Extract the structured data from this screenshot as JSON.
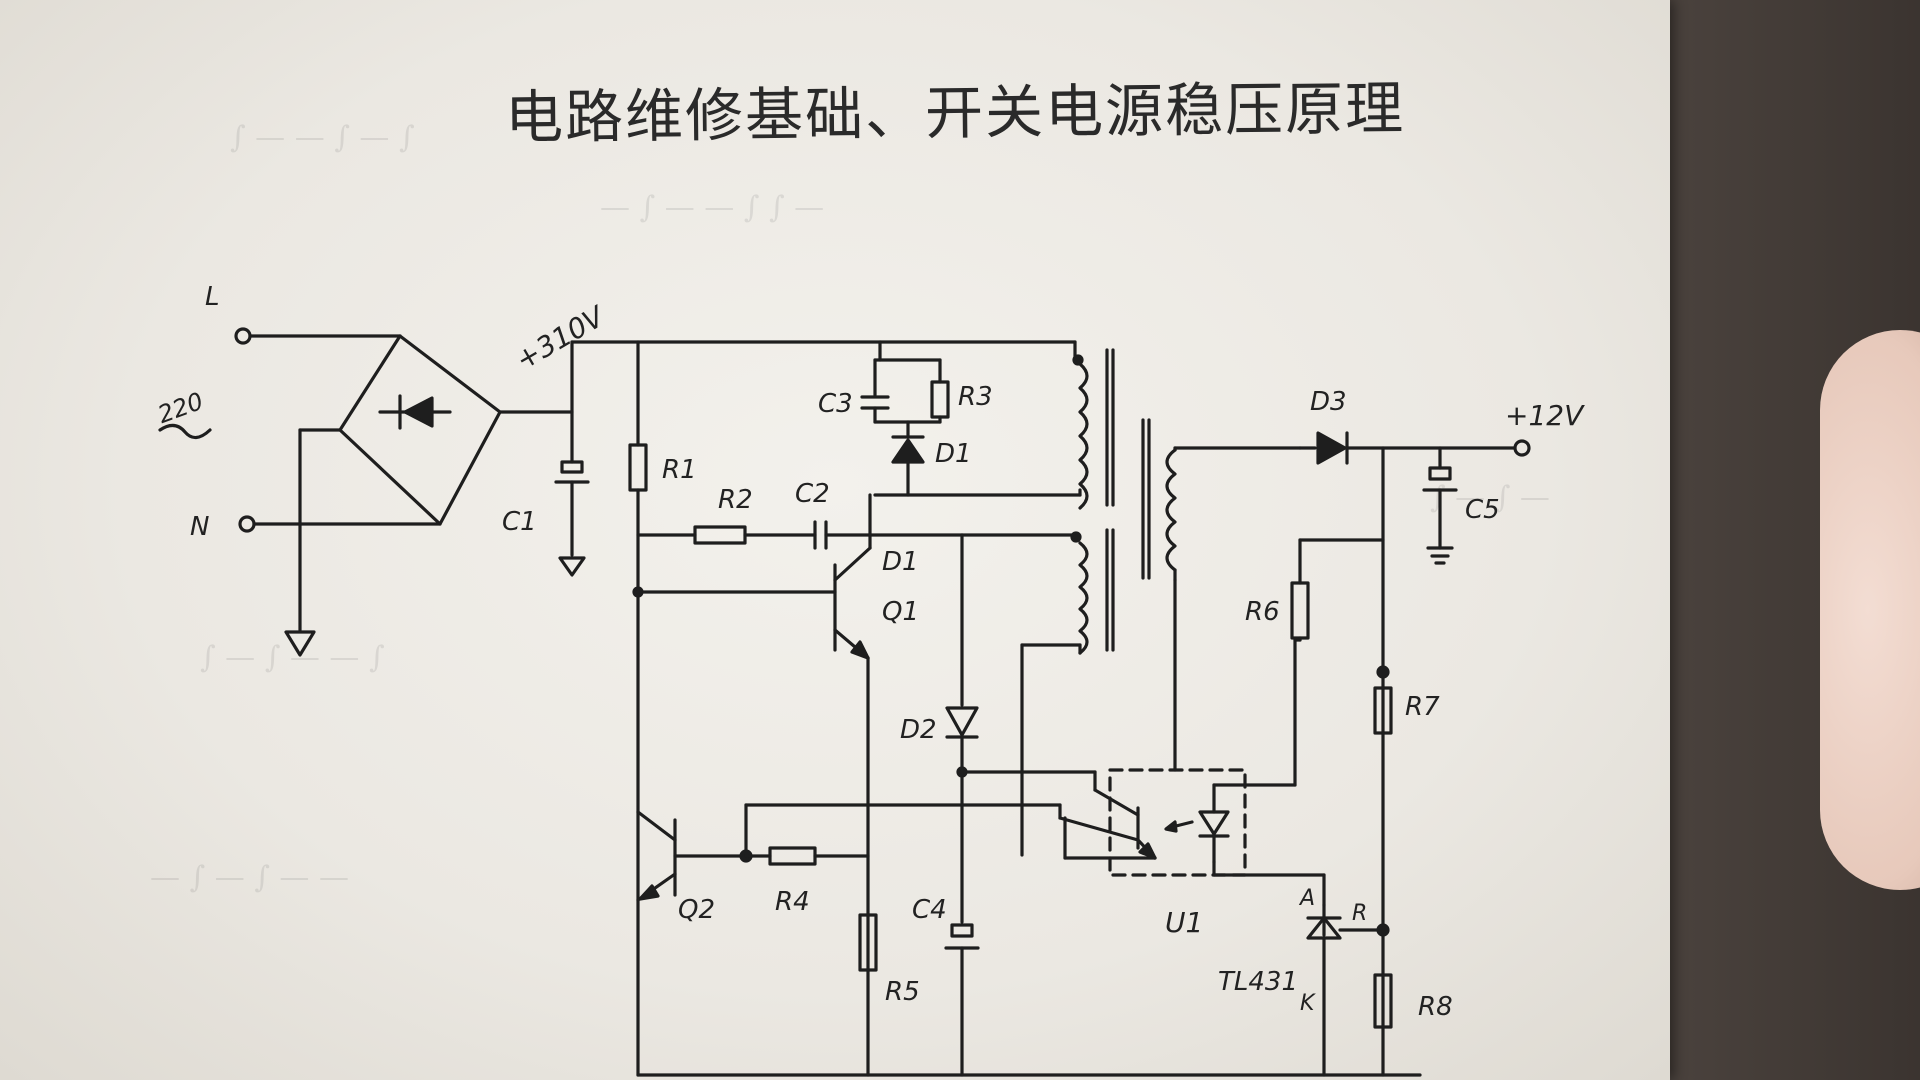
{
  "title": "电路维修基础、开关电源稳压原理",
  "labels": {
    "L": "L",
    "N": "N",
    "ac_input": "220",
    "dc_bus": "+310V",
    "output": "+12V",
    "C1": "C1",
    "C2": "C2",
    "C3": "C3",
    "C4": "C4",
    "C5": "C5",
    "R1": "R1",
    "R2": "R2",
    "R3": "R3",
    "R4": "R4",
    "R5": "R5",
    "R6": "R6",
    "R7": "R7",
    "R8": "R8",
    "D1a": "D1",
    "D1b": "D1",
    "D2": "D2",
    "D3": "D3",
    "Q1": "Q1",
    "Q2": "Q2",
    "U1": "U1",
    "TL431": "TL431",
    "A": "A",
    "R": "R",
    "K": "K"
  },
  "colors": {
    "ink": "#1e1e1e",
    "paper": "#efede8",
    "table": "#3b3430"
  }
}
